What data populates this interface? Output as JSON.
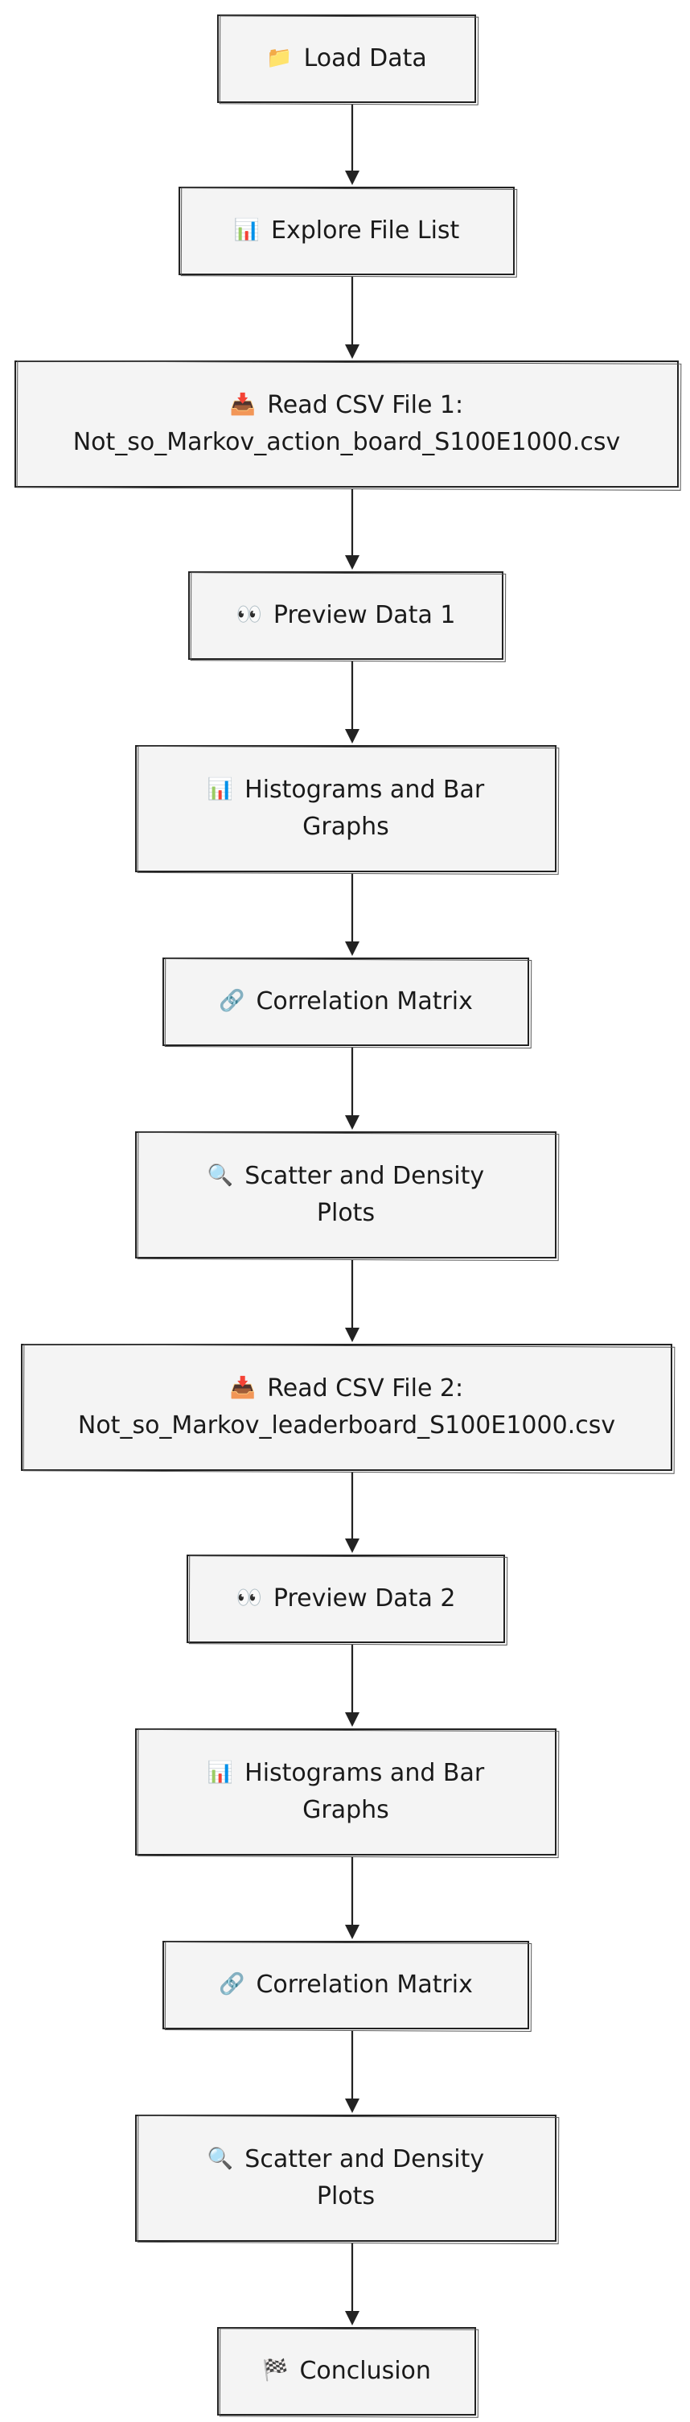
{
  "nodes": [
    {
      "id": "load-data",
      "icon": "folder-icon",
      "glyph": "📁",
      "label": "Load Data"
    },
    {
      "id": "explore-file-list",
      "icon": "bar-chart-icon",
      "glyph": "📊",
      "label": "Explore File List"
    },
    {
      "id": "read-csv-1",
      "icon": "inbox-tray-icon",
      "glyph": "📥",
      "label": "Read CSV File 1:\nNot_so_Markov_action_board_S100E1000.csv"
    },
    {
      "id": "preview-data-1",
      "icon": "eyes-icon",
      "glyph": "👀",
      "label": "Preview Data 1"
    },
    {
      "id": "histograms-1",
      "icon": "bar-chart-icon",
      "glyph": "📊",
      "label": "Histograms and Bar\nGraphs"
    },
    {
      "id": "correlation-matrix-1",
      "icon": "link-icon",
      "glyph": "🔗",
      "label": "Correlation Matrix"
    },
    {
      "id": "scatter-density-1",
      "icon": "magnifier-icon",
      "glyph": "🔍",
      "label": "Scatter and Density\nPlots"
    },
    {
      "id": "read-csv-2",
      "icon": "inbox-tray-icon",
      "glyph": "📥",
      "label": "Read CSV File 2:\nNot_so_Markov_leaderboard_S100E1000.csv"
    },
    {
      "id": "preview-data-2",
      "icon": "eyes-icon",
      "glyph": "👀",
      "label": "Preview Data 2"
    },
    {
      "id": "histograms-2",
      "icon": "bar-chart-icon",
      "glyph": "📊",
      "label": "Histograms and Bar\nGraphs"
    },
    {
      "id": "correlation-matrix-2",
      "icon": "link-icon",
      "glyph": "🔗",
      "label": "Correlation Matrix"
    },
    {
      "id": "scatter-density-2",
      "icon": "magnifier-icon",
      "glyph": "🔍",
      "label": "Scatter and Density\nPlots"
    },
    {
      "id": "conclusion",
      "icon": "checkered-flag-icon",
      "glyph": "🏁",
      "label": "Conclusion"
    }
  ],
  "edges": [
    [
      "load-data",
      "explore-file-list"
    ],
    [
      "explore-file-list",
      "read-csv-1"
    ],
    [
      "read-csv-1",
      "preview-data-1"
    ],
    [
      "preview-data-1",
      "histograms-1"
    ],
    [
      "histograms-1",
      "correlation-matrix-1"
    ],
    [
      "correlation-matrix-1",
      "scatter-density-1"
    ],
    [
      "scatter-density-1",
      "read-csv-2"
    ],
    [
      "read-csv-2",
      "preview-data-2"
    ],
    [
      "preview-data-2",
      "histograms-2"
    ],
    [
      "histograms-2",
      "correlation-matrix-2"
    ],
    [
      "correlation-matrix-2",
      "scatter-density-2"
    ],
    [
      "scatter-density-2",
      "conclusion"
    ]
  ]
}
